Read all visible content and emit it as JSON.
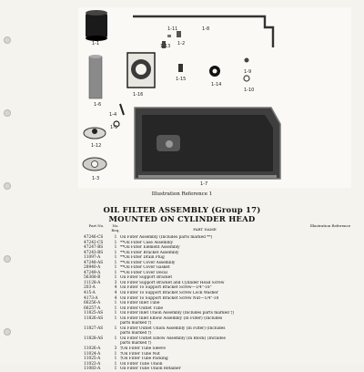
{
  "figure": {
    "labels": [
      "1-1",
      "1-2",
      "1-3",
      "1-4",
      "1-5",
      "1-6",
      "1-7",
      "1-8",
      "1-9",
      "1-10",
      "1-11",
      "1-12",
      "1-13",
      "1-14",
      "1-15",
      "1-16"
    ]
  },
  "caption": "Illustration Reference 1",
  "title_line1": "OIL FILTER ASSEMBLY (Group 17)",
  "title_line2": "MOUNTED ON CYLINDER HEAD",
  "headers": {
    "part_no": "Part No.",
    "req": "No. Req.",
    "part_name": "PART NAME",
    "illustration": "Illustration Reference"
  },
  "rows": [
    {
      "pn": "47246-CS",
      "qty": "1",
      "desc": "Oil Filter Assembly (Includes parts marked **)"
    },
    {
      "pn": "47242-CS",
      "qty": "1",
      "desc": "**Oil Filter Case Assembly"
    },
    {
      "pn": "47247-BS",
      "qty": "1",
      "desc": "**Oil Filter Element Assembly"
    },
    {
      "pn": "47243-BS",
      "qty": "1",
      "desc": "**Oil Filter Bracket Assembly"
    },
    {
      "pn": "11097-A",
      "qty": "1",
      "desc": "**Oil Filter Drain Plug"
    },
    {
      "pn": "47248-AS",
      "qty": "1",
      "desc": "**Oil Filter Cover Assembly"
    },
    {
      "pn": "28940-A",
      "qty": "1",
      "desc": "**Oil Filter Cover Gasket"
    },
    {
      "pn": "47249-A",
      "qty": "1",
      "desc": "**Oil Filter Cover Decal"
    },
    {
      "pn": "56368-B",
      "qty": "1",
      "desc": "Oil Filter Support Bracket"
    },
    {
      "pn": "11128-A",
      "qty": "3",
      "desc": "Oil Filter Support Bracket and Cylinder Head Screw"
    },
    {
      "pn": "203-A",
      "qty": "4",
      "desc": "Oil Filter To Support Bracket Screw—1/4\"-18\""
    },
    {
      "pn": "415-A",
      "qty": "4",
      "desc": "Oil Filter To Support Bracket Screw Lock Washer"
    },
    {
      "pn": "4173-A",
      "qty": "4",
      "desc": "Oil Filter To Support Bracket Screw Nut—1/4\"-18"
    },
    {
      "pn": "66256-A",
      "qty": "1",
      "desc": "Oil Filter Inlet Tube"
    },
    {
      "pn": "66257-A",
      "qty": "1",
      "desc": "Oil Filter Outlet Tube"
    },
    {
      "pn": "11825-AS",
      "qty": "1",
      "desc": "Oil Filter Inlet Union Assembly (Includes parts marked †)"
    },
    {
      "pn": "11826-AS",
      "qty": "1",
      "desc": "Oil Filter Inlet Elbow Assembly (In Filter) (Includes"
    },
    {
      "pn": "",
      "qty": "",
      "desc": "parts marked †)"
    },
    {
      "pn": "11827-AS",
      "qty": "1",
      "desc": "Oil Filter Outlet Union Assembly (In Filter) (Includes"
    },
    {
      "pn": "",
      "qty": "",
      "desc": "parts marked †)"
    },
    {
      "pn": "11828-AS",
      "qty": "1",
      "desc": "Oil Filter Outlet Elbow Assembly (In Block) (Includes"
    },
    {
      "pn": "",
      "qty": "",
      "desc": "parts marked †)"
    },
    {
      "pn": "11026-A",
      "qty": "3",
      "desc": "†Oil Filter Tube Sleeve"
    },
    {
      "pn": "11024-A",
      "qty": "1",
      "desc": "†Oil Filter Tube Nut"
    },
    {
      "pn": "11025-A",
      "qty": "1",
      "desc": "†Oil Filter Tube Packing"
    },
    {
      "pn": "11023-A",
      "qty": "1",
      "desc": "Oil Filter Tube Union"
    },
    {
      "pn": "11083-A",
      "qty": "1",
      "desc": "Oil Filter Tube Union Retainer"
    }
  ]
}
